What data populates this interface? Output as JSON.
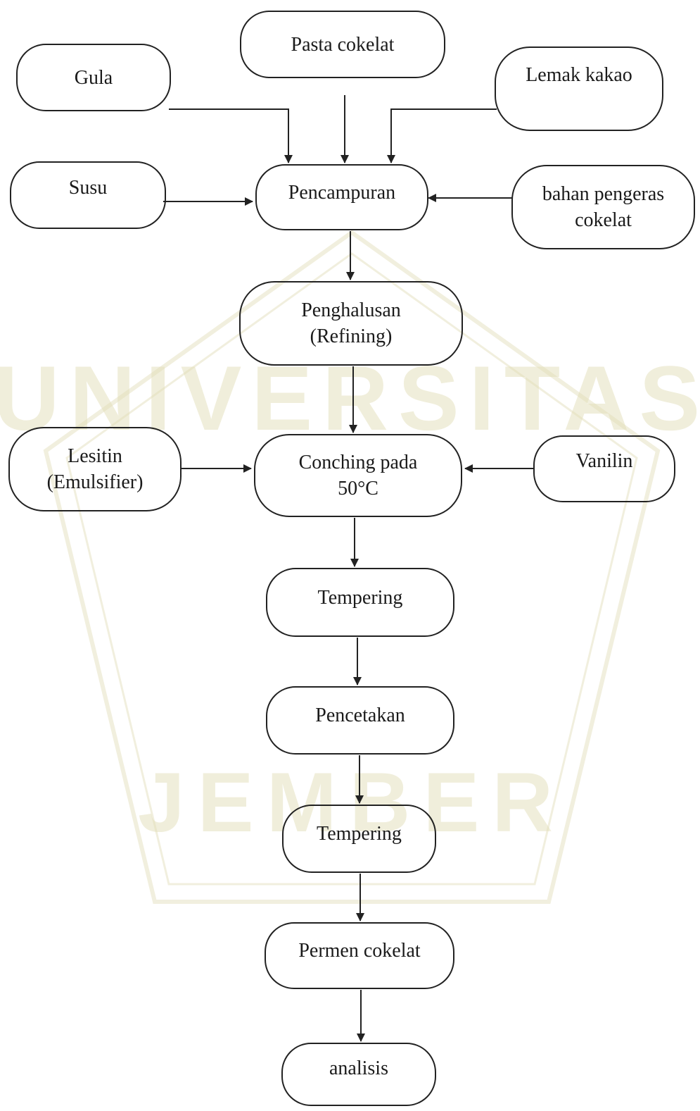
{
  "watermark": {
    "arc_text": "UNIVERSITAS",
    "bottom_text": "JEMBER",
    "color": "#c9c395"
  },
  "colors": {
    "line": "#222222",
    "background": "#ffffff"
  },
  "nodes": {
    "pasta_cokelat": "Pasta cokelat",
    "gula": "Gula",
    "lemak_kakao": "Lemak kakao",
    "susu": "Susu",
    "pencampuran": "Pencampuran",
    "bahan_pengeras": "bahan pengeras\ncokelat",
    "penghalusan": "Penghalusan\n(Refining)",
    "lesitin": "Lesitin\n(Emulsifier)",
    "conching": "Conching pada\n50°C",
    "vanilin": "Vanilin",
    "tempering_1": "Tempering",
    "pencetakan": "Pencetakan",
    "tempering_2": "Tempering",
    "permen_cokelat": "Permen cokelat",
    "analisis": "analisis"
  }
}
